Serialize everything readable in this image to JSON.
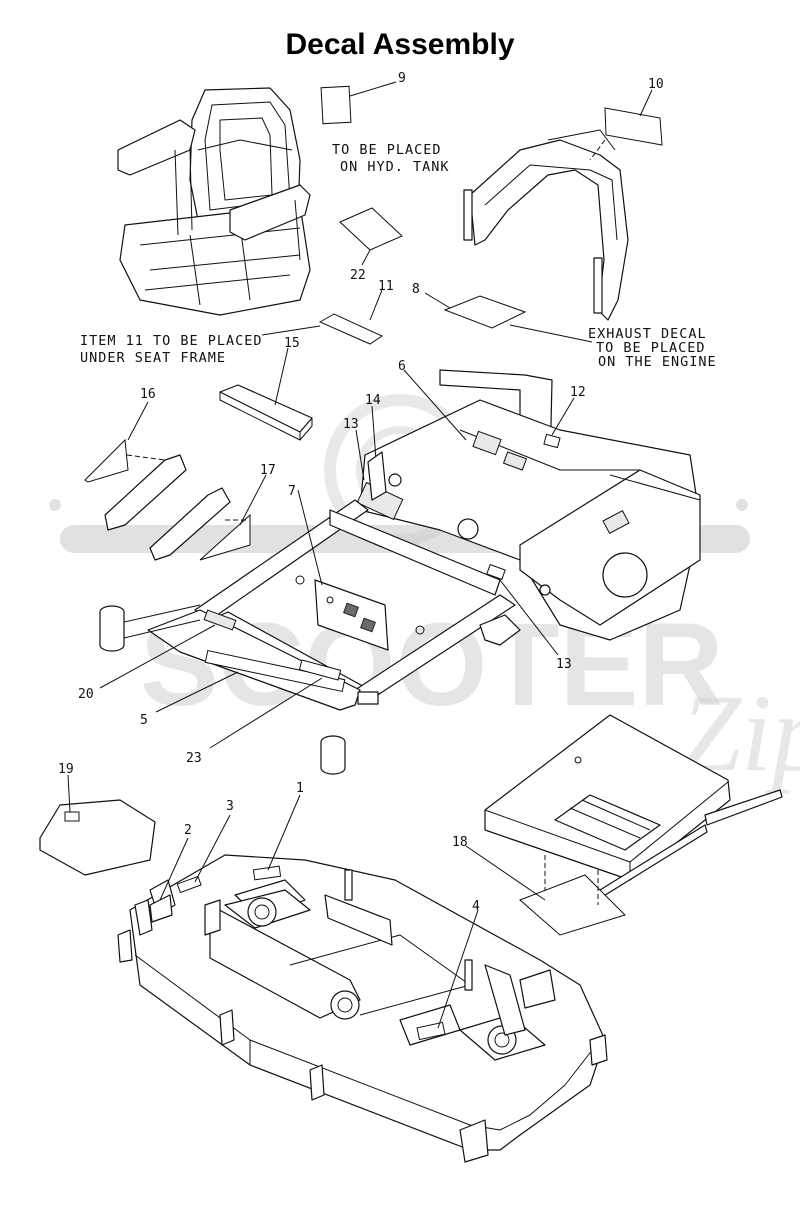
{
  "title": "Decal Assembly",
  "watermark": {
    "text_main": "SCOOTER",
    "text_script": "Zip"
  },
  "notes": {
    "hyd_tank_line1": "TO BE PLACED",
    "hyd_tank_line2": "ON HYD. TANK",
    "item11_line1": "ITEM 11 TO BE PLACED",
    "item11_line2": "UNDER SEAT FRAME",
    "exhaust_line1": "EXHAUST DECAL",
    "exhaust_line2": "TO BE PLACED",
    "exhaust_line3": "ON THE ENGINE"
  },
  "callouts": {
    "c1": "1",
    "c2": "2",
    "c3": "3",
    "c4": "4",
    "c5": "5",
    "c6": "6",
    "c7": "7",
    "c8": "8",
    "c9": "9",
    "c10": "10",
    "c11": "11",
    "c12": "12",
    "c13a": "13",
    "c13b": "13",
    "c14": "14",
    "c15": "15",
    "c16": "16",
    "c17": "17",
    "c18": "18",
    "c19": "19",
    "c20": "20",
    "c22": "22",
    "c23": "23"
  }
}
